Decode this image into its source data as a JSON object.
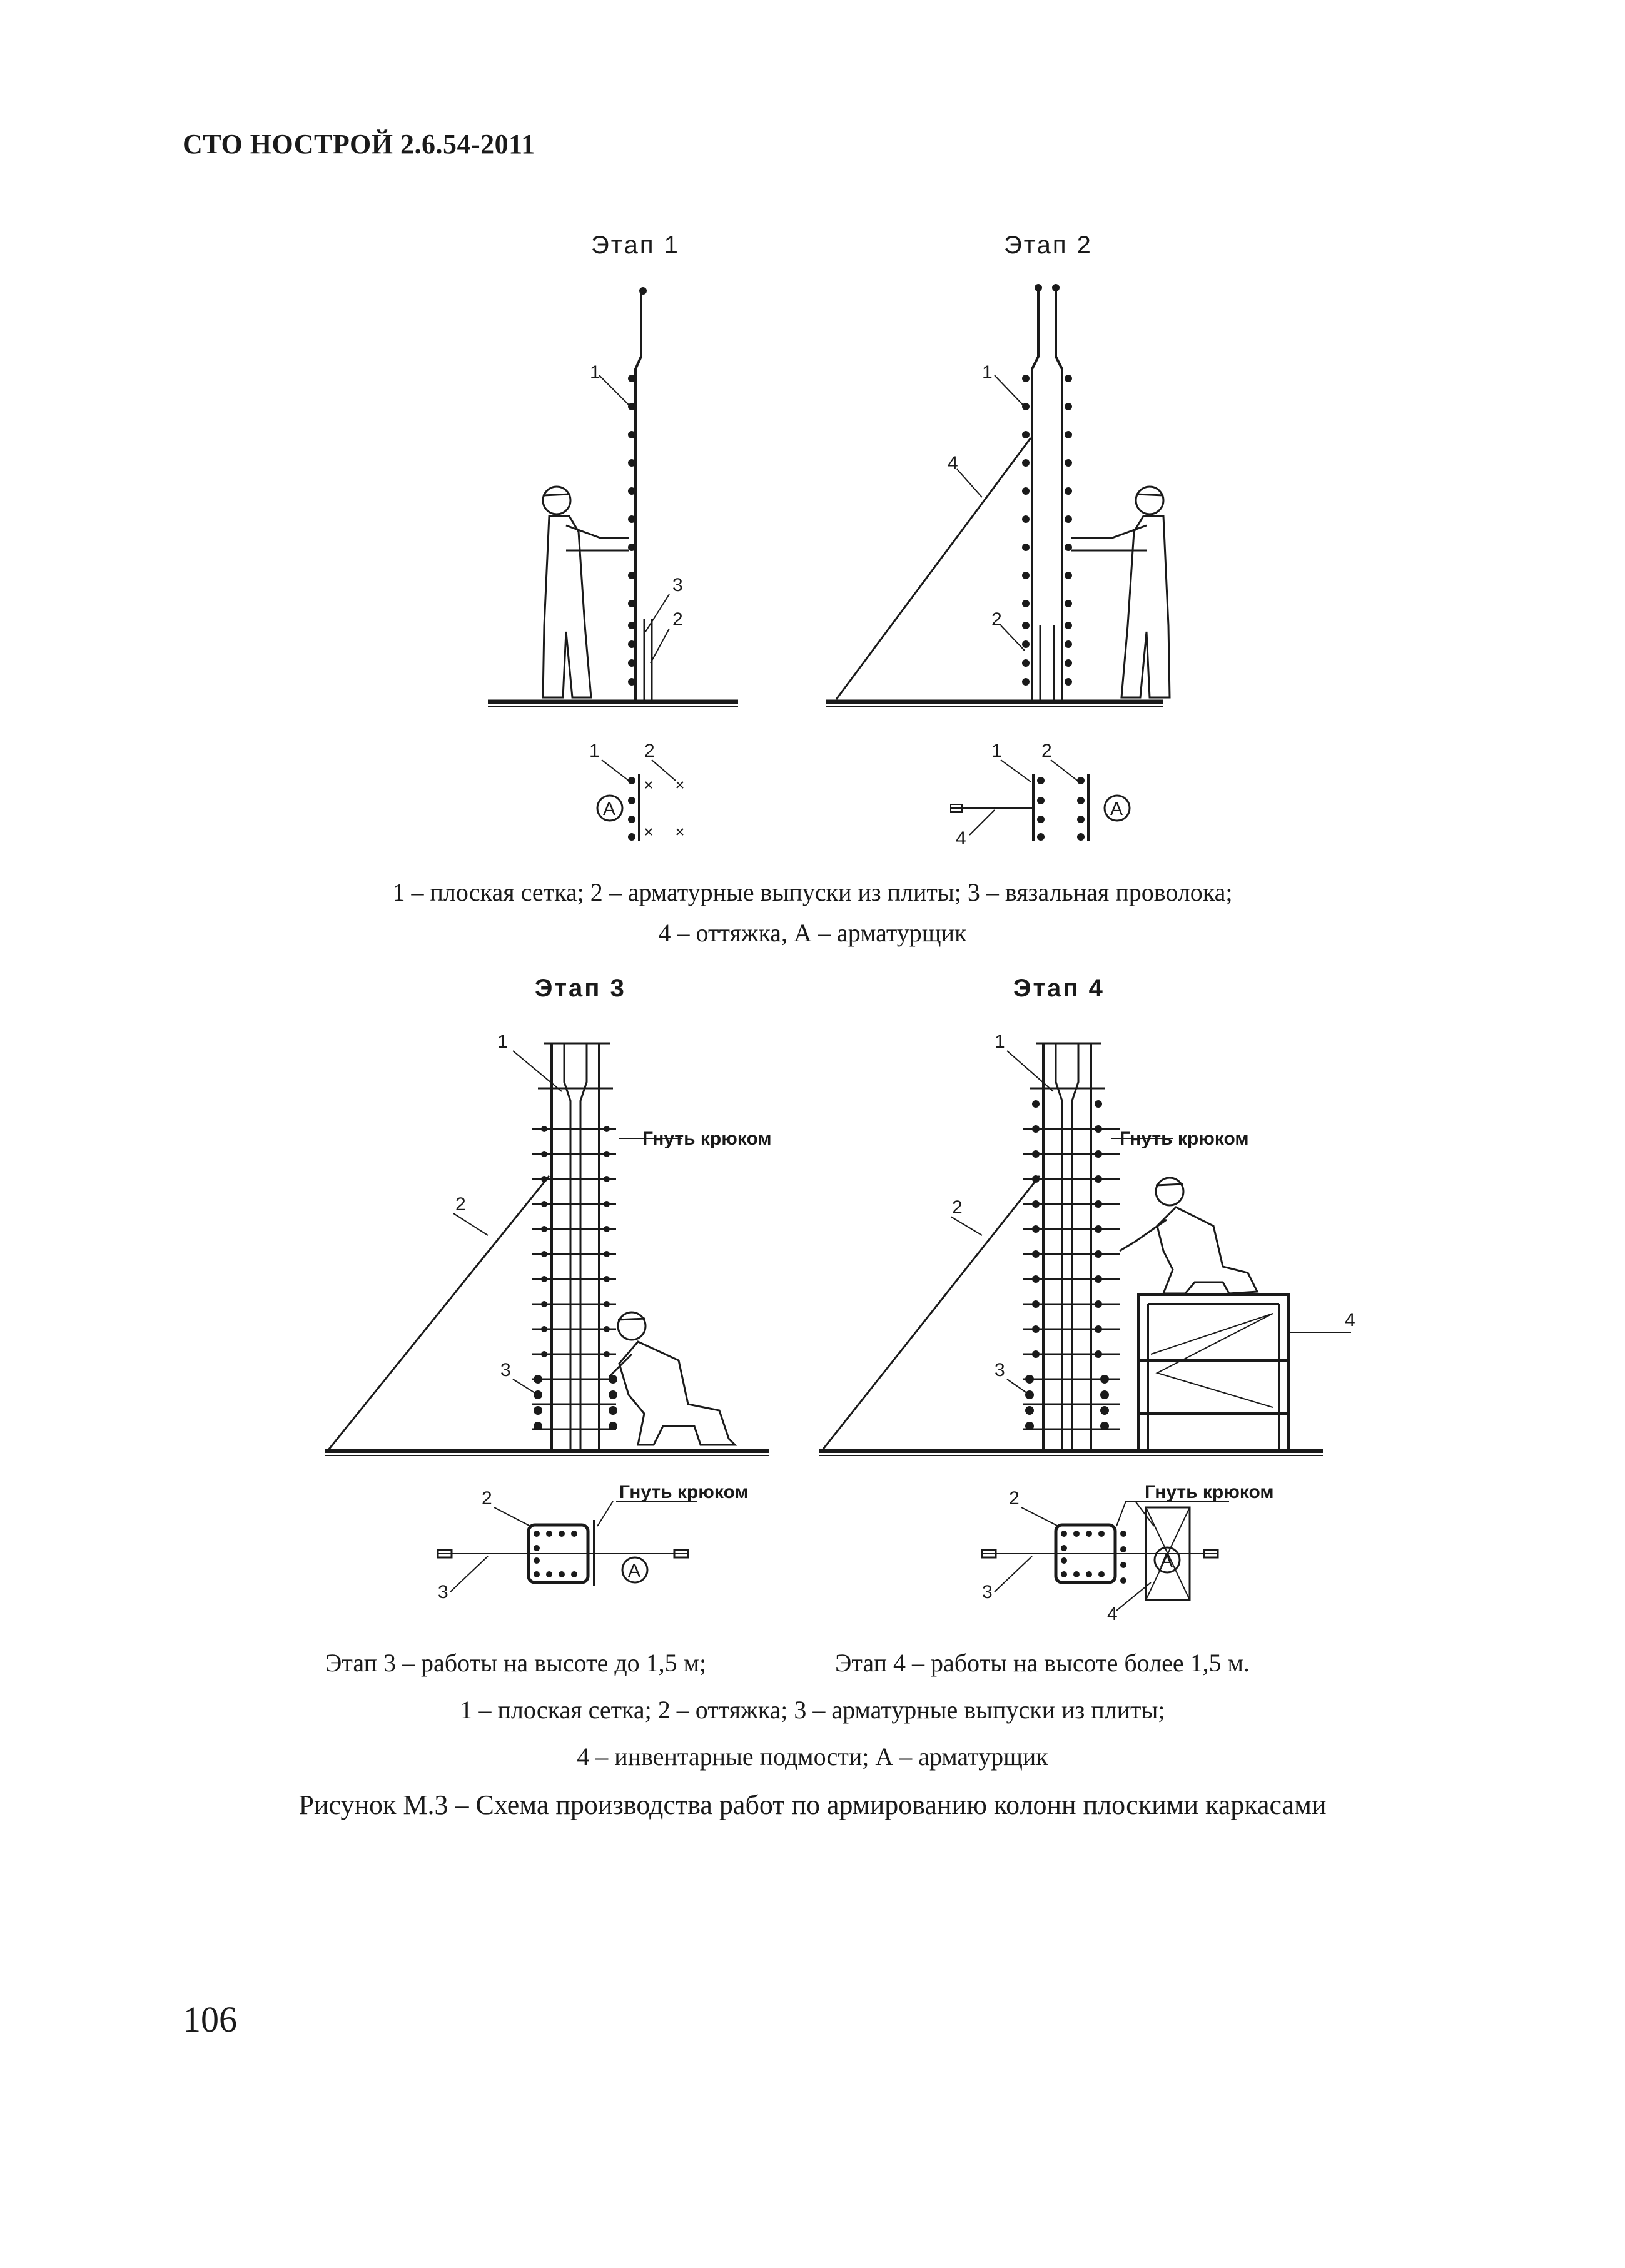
{
  "header": {
    "title": "СТО НОСТРОЙ 2.6.54-2011"
  },
  "stages": {
    "s1": "Этап 1",
    "s2": "Этап 2",
    "s3": "Этап 3",
    "s4": "Этап 4"
  },
  "callouts": {
    "n1": "1",
    "n2": "2",
    "n3": "3",
    "n4": "4",
    "worker": "А",
    "hook": "Гнуть крюком"
  },
  "legend_top": {
    "line1": "1 – плоская сетка; 2 – арматурные выпуски из плиты; 3 – вязальная проволока;",
    "line2": "4 – оттяжка, А – арматурщик"
  },
  "legend_bottom": {
    "stage3_note": "Этап 3 – работы на высоте до 1,5 м;",
    "stage4_note": "Этап 4 – работы на высоте более 1,5 м.",
    "line1": "1 – плоская сетка; 2 – оттяжка; 3 – арматурные выпуски из плиты;",
    "line2": "4 – инвентарные подмости; А – арматурщик"
  },
  "figure": {
    "caption": "Рисунок М.3 – Схема производства работ по армированию колонн плоскими каркасами"
  },
  "page_number": "106"
}
